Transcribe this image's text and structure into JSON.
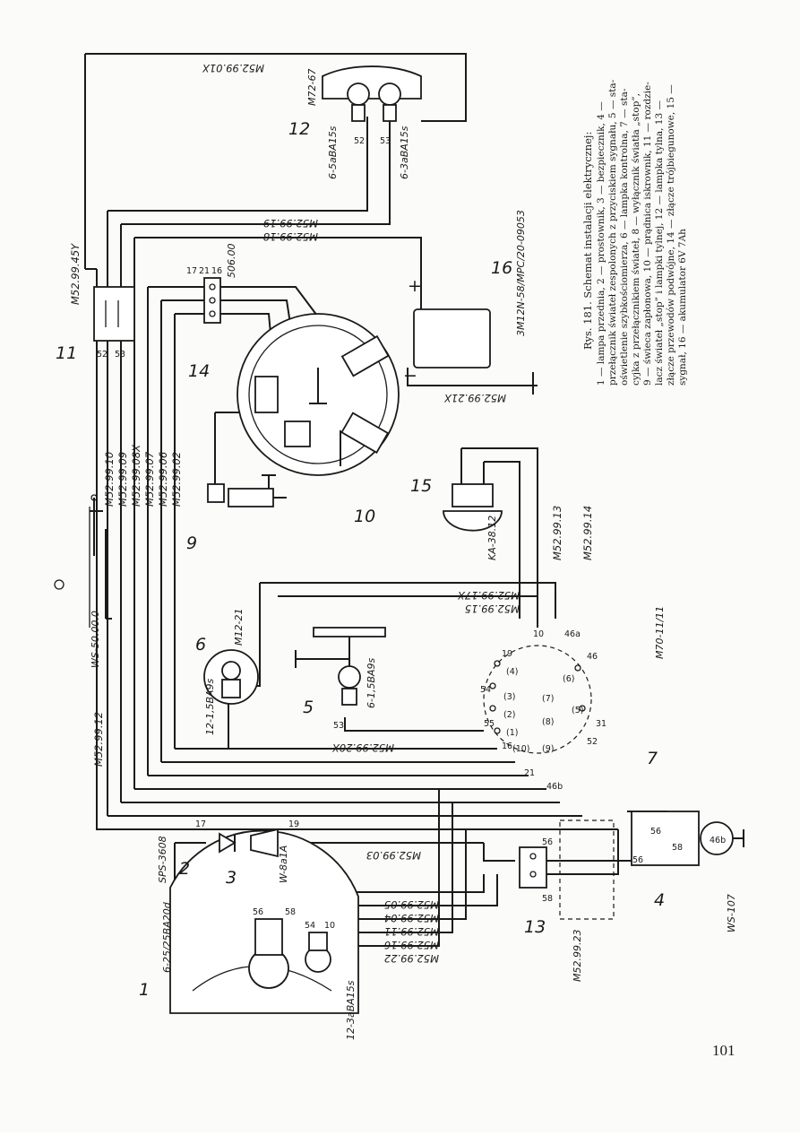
{
  "page_number": "101",
  "caption": {
    "title": "Rys. 181. Schemat instalacji elektrycznej:",
    "lines": [
      "1 — lampa przednia, 2 — prostownik, 3 — bezpiecznik, 4 —",
      "przełącznik świateł zespolonych z przyciskiem sygnału, 5 — sta-",
      "oświetlenie szybkościomierza, 6 — lampka kontrolna, 7 — sta-",
      "cyjka z przełącznikiem świateł, 8 — wyłącznik światła „stop”,",
      "9 — świeca zapłonowa, 10 — prądnica iskrownik, 11 — rozdzie-",
      "lacz świateł „stop” i lampki tylnej, 12 — lampka tylna, 13 —",
      "złącze przewodów podwójne, 14 — złącze trójbiegunowe, 15 —",
      "sygnał, 16 — akumulator 6V 7Ah"
    ]
  },
  "components": {
    "c1": "1",
    "c2": "2",
    "c3": "3",
    "c4": "4",
    "c5": "5",
    "c6": "6",
    "c7": "7",
    "c9": "9",
    "c10": "10",
    "c11": "11",
    "c12": "12",
    "c13": "13",
    "c14": "14",
    "c15": "15",
    "c16": "16"
  },
  "part_codes": {
    "headlamp_bulb": "6-25/25BA20d",
    "rectifier": "SPS-3608",
    "fuse": "W-8a1A",
    "parking_bulb": "12-3aBA15s",
    "switch4": "WS-107",
    "connector13": "M52.99.23",
    "ignition": "M70-11/11",
    "speedo_bulb": "6-1,5BA9s",
    "pilot_lamp": "M12-21",
    "pilot_bulb": "12-1,5BA9s",
    "stop_switch": "WS-50.00.0",
    "horn": "KA-38.12",
    "battery": "3M12N-58/MPC/20-09053",
    "connector14": "506.00",
    "taillamp": "M72-67",
    "tail_bulb1": "6-5aBA15s",
    "tail_bulb2": "6-3aBA15s"
  },
  "wires": {
    "w0901x": "M52.99.01X",
    "w0945y": "M52.99.45Y",
    "w0919": "M52.99.19",
    "w0918": "M52.99.18",
    "w0910": "M52.99.10",
    "w0909": "M52.99.09",
    "w0908x": "M52.99.08X",
    "w0907": "M52.99.07",
    "w0906": "M52.99.06",
    "w0902": "M52.99.02",
    "w0912": "M52.99.12",
    "w0913": "M52.99.13",
    "w0914": "M52.99.14",
    "w0917x": "M52.99.17X",
    "w0915": "M52.99.15",
    "w0920x": "M52.99.20X",
    "w0921x": "M52.99.21X",
    "w0903": "M52.99.03",
    "w0905": "M52.99.05",
    "w0904": "M52.99.04",
    "w0911": "M52.99.11",
    "w0916": "M52.99.16",
    "w0922": "M52.99.22"
  },
  "pins": {
    "p52a": "52",
    "p53a": "53",
    "p52b": "52",
    "p53b": "53",
    "p17": "17",
    "p21": "21",
    "p16": "16",
    "p17b": "17",
    "p19b": "19",
    "p56": "56",
    "p58": "58",
    "p54": "54",
    "p10": "10",
    "p56b": "56",
    "p58b": "58",
    "p56c": "56",
    "p58c": "58",
    "p56d": "56",
    "p46b": "46b",
    "i19": "19",
    "i54": "54",
    "i55": "55",
    "i16": "16",
    "i21": "21",
    "i46b": "46b",
    "i52": "52",
    "i31": "31",
    "i46": "46",
    "i46a": "46a",
    "i10": "10",
    "i4": "(4)",
    "i3": "(3)",
    "i2": "(2)",
    "i1": "(1)",
    "i10b": "(10)",
    "i9": "(9)",
    "i8": "(8)",
    "i7": "(7)",
    "i6": "(6)",
    "i5": "(5)",
    "p53s": "53"
  },
  "battery_polarity": {
    "plus": "+",
    "minus": "−"
  }
}
